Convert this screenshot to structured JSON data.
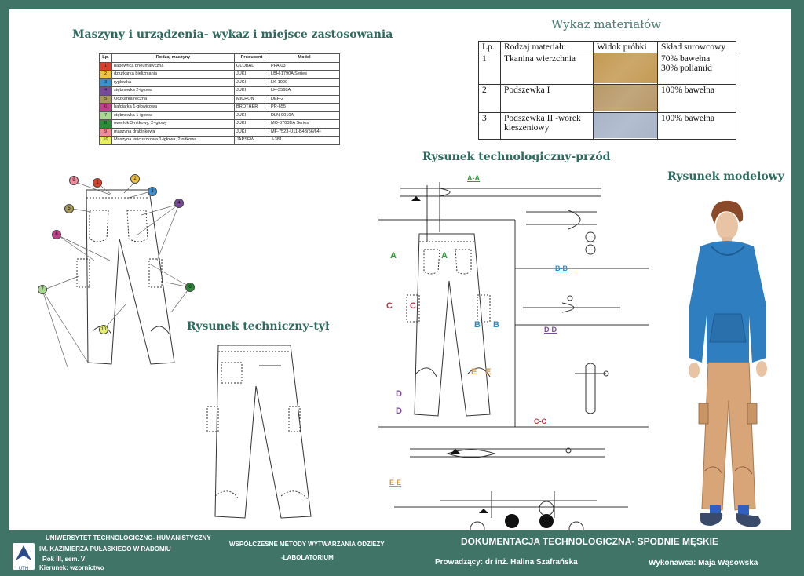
{
  "machines": {
    "title": "Maszyny i urządzenia- wykaz i miejsce zastosowania",
    "columns": [
      "Lp.",
      "Rodzaj maszyny",
      "Producent",
      "Model"
    ],
    "rows": [
      {
        "num": "1",
        "color": "#d8402c",
        "name": "napowrica pneumatyczna",
        "producer": "GLOBAL",
        "model": "PFA-03"
      },
      {
        "num": "2",
        "color": "#f0c040",
        "name": "dziurkarka bieliźniania",
        "producer": "JUKI",
        "model": "LBH-1790A Series"
      },
      {
        "num": "3",
        "color": "#3f8fd0",
        "name": "ryglówka",
        "producer": "JUKI",
        "model": "LK-1900"
      },
      {
        "num": "4",
        "color": "#7a4a9a",
        "name": "stębnówka 2-igłowa",
        "producer": "JUKI",
        "model": "LH-3568A"
      },
      {
        "num": "5",
        "color": "#a89a5a",
        "name": "Oczkarka ręczna",
        "producer": "MICRON",
        "model": "DEF-2"
      },
      {
        "num": "6",
        "color": "#c0408a",
        "name": "hafciarka 1-głowicowa",
        "producer": "BROTHER",
        "model": "PR-655"
      },
      {
        "num": "7",
        "color": "#a8d890",
        "name": "stębnówka 1-igłowa",
        "producer": "JUKI",
        "model": "DLN-9010A"
      },
      {
        "num": "8",
        "color": "#2f8a3a",
        "name": "owerlok 3-nitkowy, 2-igłowy",
        "producer": "JUKI",
        "model": "MO-6700DA Series"
      },
      {
        "num": "9",
        "color": "#f08c9c",
        "name": "maszyna drabinkowa",
        "producer": "JUKI",
        "model": "MF-7523-U11-B48(56/64)"
      },
      {
        "num": "10",
        "color": "#e8f060",
        "name": "Maszyna łańcuszkowa 1-igłowa, 2-nitkowa",
        "producer": "JAPSEW",
        "model": "J-381"
      }
    ]
  },
  "materials": {
    "title": "Wykaz materiałów",
    "columns": [
      "Lp.",
      "Rodzaj materiału",
      "Widok próbki",
      "Skład surowcowy"
    ],
    "rows": [
      {
        "num": "1",
        "name": "Tkanina wierzchnia",
        "swatch": "#c49a54",
        "composition": [
          "70% bawełna",
          "30% poliamid"
        ]
      },
      {
        "num": "2",
        "name": "Podszewka I",
        "swatch": "#b89868",
        "composition": [
          "100% bawełna"
        ]
      },
      {
        "num": "3",
        "name": "Podszewka II -worek kieszeniowy",
        "swatch": "#a8b4c8",
        "composition": [
          "100% bawełna"
        ]
      }
    ]
  },
  "drawings": {
    "front_title": "Rysunek technologiczny-przód",
    "back_title": "Rysunek techniczny-tył",
    "model_title": "Rysunek modelowy"
  },
  "markers": [
    "9",
    "1",
    "2",
    "3",
    "4",
    "5",
    "6",
    "7",
    "8",
    "10"
  ],
  "sections": {
    "aa": "A-A",
    "bb": "B-B",
    "cc": "C-C",
    "dd": "D-D",
    "ee": "E-E",
    "a": "A",
    "b": "B",
    "c": "C",
    "d": "D",
    "e": "E"
  },
  "footer": {
    "university_line1": "UNIWERSYTET TECHNOLOGICZNO- HUMANISTYCZNY",
    "university_line2": "IM. KAZIMIERZA PUŁASKIEGO W RADOMIU",
    "year": "Rok III, sem. V",
    "major": "Kierunek: wzornictwo",
    "course_line1": "WSPÓŁCZESNE METODY WYTWARZANIA ODZIEŻY",
    "course_line2": "-LABOLATORIUM",
    "doc_title": "DOKUMENTACJA TECHNOLOGICZNA- SPODNIE MĘSKIE",
    "supervisor": "Prowadzący: dr inż.  Halina Szafrańska",
    "author": "Wykonawca: Maja Wąsowska",
    "logo_text": "UTH"
  },
  "colors": {
    "frame": "#3f7467",
    "heading": "#2e6a5f",
    "section_a": "#2f9a3a",
    "section_b": "#2a8ac8",
    "section_c": "#c83040",
    "section_d": "#7a4aa0",
    "section_e": "#d8903a"
  }
}
